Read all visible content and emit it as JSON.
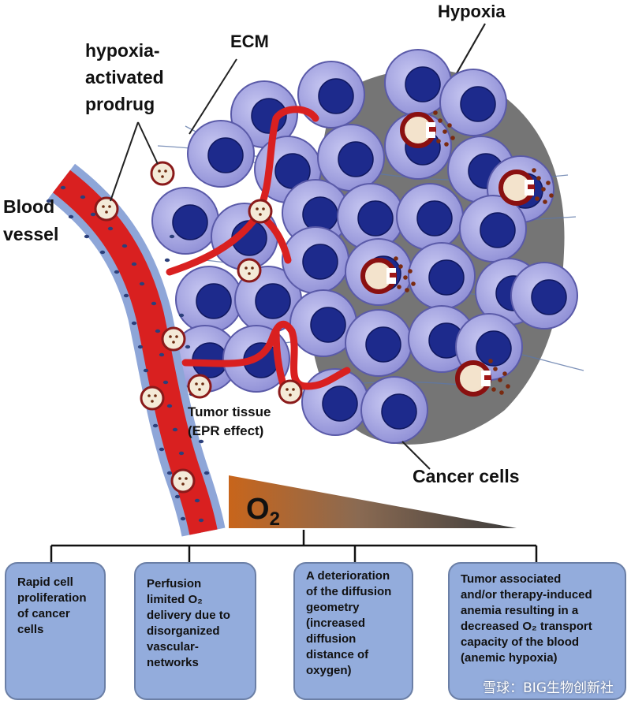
{
  "labels": {
    "hypoxia": "Hypoxia",
    "ecm": "ECM",
    "prodrug_line1": "hypoxia-",
    "prodrug_line2": "activated",
    "prodrug_line3": "prodrug",
    "blood_line1": "Blood",
    "blood_line2": "vessel",
    "tumor_line1": "Tumor tissue",
    "tumor_line2": "(EPR effect)",
    "cancer_cells": "Cancer cells",
    "o2_main": "O",
    "o2_sub": "2"
  },
  "boxes": [
    {
      "lines": [
        "Rapid cell",
        "proliferation",
        "of cancer",
        "cells"
      ]
    },
    {
      "lines": [
        "Perfusion",
        "limited O₂",
        "delivery due to",
        "disorganized",
        "vascular-",
        "networks"
      ]
    },
    {
      "lines": [
        "A deterioration",
        "of the diffusion",
        "geometry",
        "(increased",
        "diffusion",
        "distance of",
        "oxygen)"
      ]
    },
    {
      "lines": [
        "Tumor associated",
        "and/or therapy-induced",
        "anemia resulting in a",
        "decreased O₂ transport",
        "capacity of the blood",
        "(anemic hypoxia)"
      ]
    }
  ],
  "watermark": "雪球：BIG生物创新社",
  "colors": {
    "vessel": "#d92020",
    "endothelium": "#8ea6d8",
    "cell_body": "#a9a9e6",
    "cell_nucleus": "#1d2a8c",
    "hypoxic_region": "#707070",
    "prodrug": "#f4ead8",
    "box": "#93acdc"
  }
}
